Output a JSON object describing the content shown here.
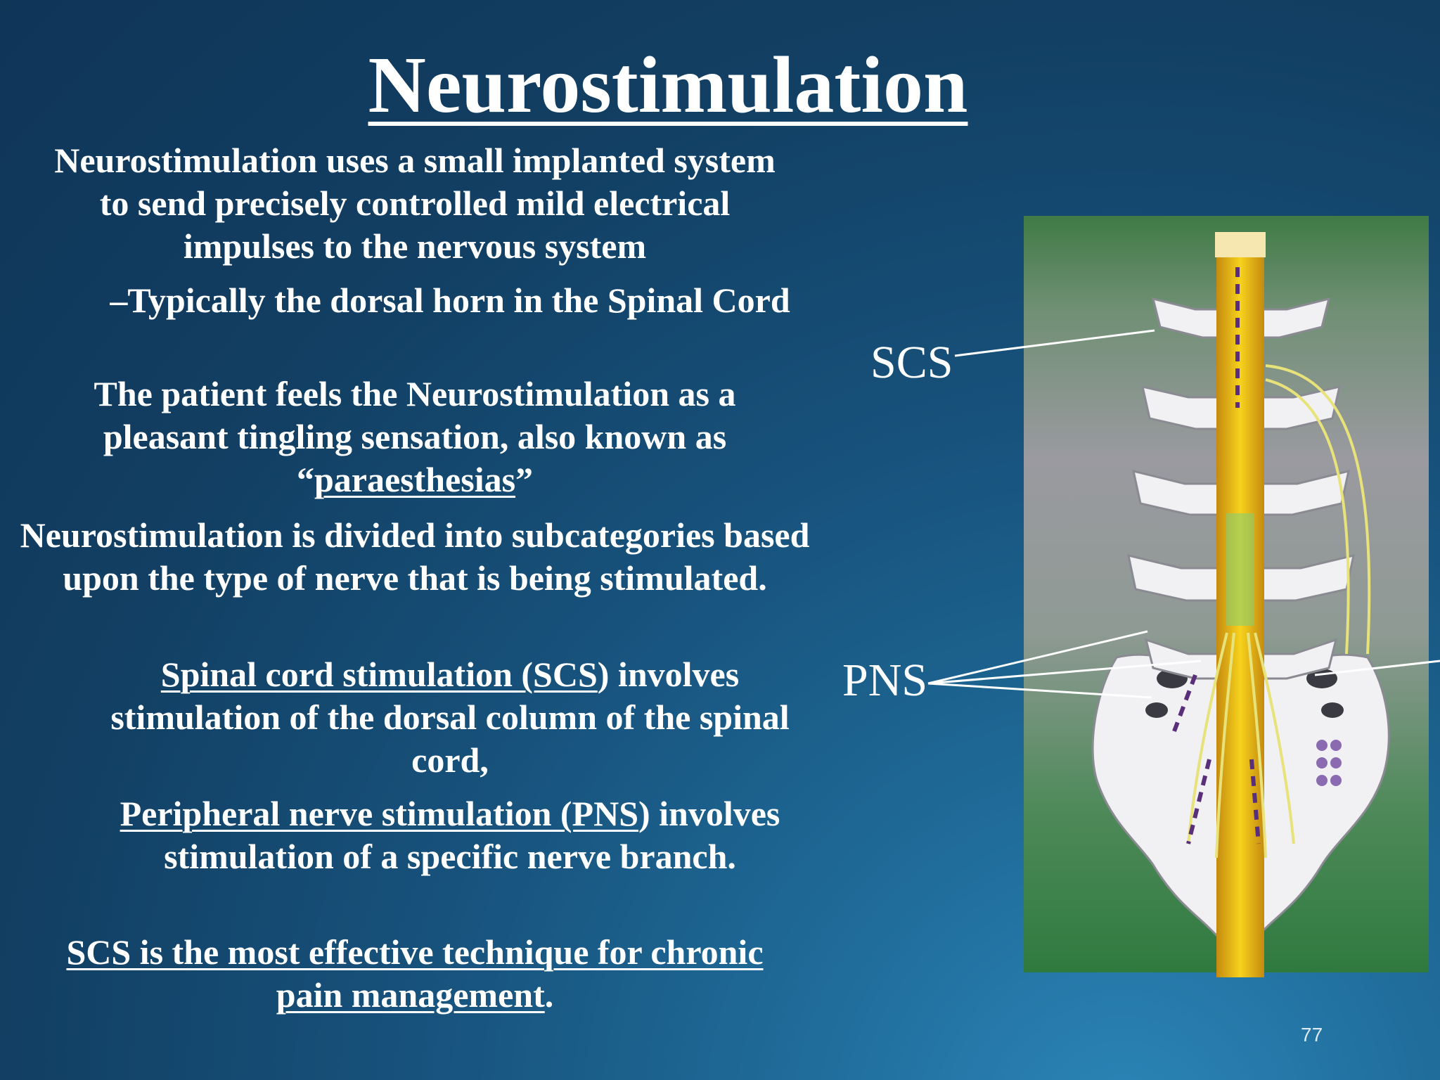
{
  "slide": {
    "title": " Neurostimulation",
    "page_number": "77"
  },
  "content": {
    "p1": "Neurostimulation uses a small implanted system to send precisely controlled mild electrical impulses to the nervous system",
    "p1_sub": "–Typically the dorsal horn in the Spinal Cord",
    "p2_pre": "The patient feels the Neurostimulation as a pleasant tingling sensation, also known as “",
    "p2_link": "paraesthesias",
    "p2_post": "”",
    "p3": "Neurostimulation is divided into subcategories based upon the type of nerve that is being stimulated.",
    "p3a_link": "Spinal cord stimulation (SCS",
    "p3a_rest": ") involves stimulation of the dorsal column of the spinal cord,",
    "p3b_link": "Peripheral nerve stimulation (PNS",
    "p3b_rest": ") involves stimulation of a specific nerve branch.",
    "p4_link": "SCS is the most  effective technique for chronic pain management",
    "p4_rest": "."
  },
  "figure": {
    "scs_label": "SCS",
    "pns_label": "PNS",
    "colors": {
      "panel_top": "#3f7a45",
      "panel_mid": "#8f9a94",
      "bone": "#f1f1f3",
      "cord": "#f2c21a",
      "lead": "#5a2f7a",
      "nerve": "#e8e27a"
    }
  }
}
